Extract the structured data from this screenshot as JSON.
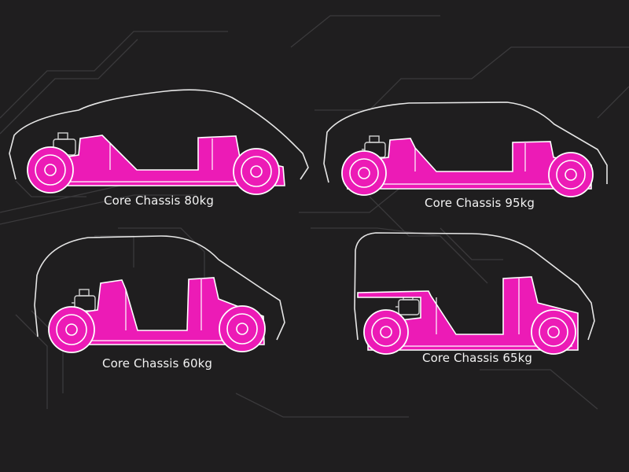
{
  "colors": {
    "background": "#1f1e1f",
    "chassis": "#ec1bb6",
    "chassis_line": "#ffffff",
    "outline": "#e6e6e6",
    "grid_line": "#3b3a3c",
    "caption": "#f2f2f2"
  },
  "vehicles": [
    {
      "caption": "Core Chassis 80kg",
      "body_style": "hatchback"
    },
    {
      "caption": "Core Chassis 95kg",
      "body_style": "mpv"
    },
    {
      "caption": "Core Chassis 60kg",
      "body_style": "city-car"
    },
    {
      "caption": "Core Chassis 65kg",
      "body_style": "van"
    }
  ]
}
